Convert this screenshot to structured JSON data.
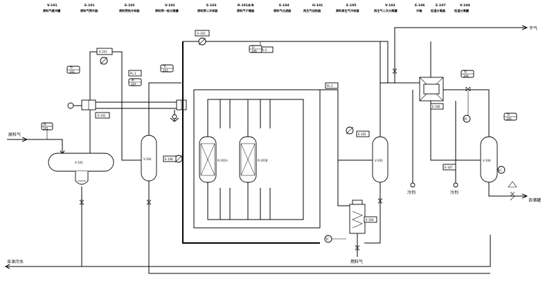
{
  "header": {
    "equipment": [
      {
        "tag": "V-101",
        "name": "原料气缓冲罐"
      },
      {
        "tag": "E-101",
        "name": "原料气预冷器"
      },
      {
        "tag": "E-102",
        "name": "原料预热冷却器"
      },
      {
        "tag": "V-102",
        "name": "原料预一级分离罐"
      },
      {
        "tag": "E-103",
        "name": "原料预二冷却器"
      },
      {
        "tag": "R-101A/B",
        "name": "原料气干燥器"
      },
      {
        "tag": "E-104",
        "name": "原料气过滤器"
      },
      {
        "tag": "H-101",
        "name": "再生气加热器"
      },
      {
        "tag": "E-105",
        "name": "原料再生气冷却器"
      },
      {
        "tag": "V-103",
        "name": "再生气二次分离罐"
      },
      {
        "tag": "E-106",
        "name": "冷箱"
      },
      {
        "tag": "E-107",
        "name": "低温分离器"
      },
      {
        "tag": "V-104",
        "name": "低温分离罐"
      }
    ]
  },
  "streams": {
    "feed_gas": "原料气",
    "dry_gas": "干气",
    "to_tank": "去储罐",
    "water_out": "含油污水",
    "fuel_gas": "燃料气",
    "cold_a": "冷剂",
    "cold_b": "冷剂"
  },
  "tags": {
    "v101": "V-101",
    "v102": "V-102",
    "v103": "V-103",
    "v104": "V-104",
    "e101": "E-101",
    "e102": "E-102",
    "e103": "E-103",
    "e104": "E-104",
    "e105": "E-105",
    "e106": "E-106",
    "e107": "E-107",
    "e108": "E-108",
    "r101a": "R-101A",
    "r101b": "R-101B",
    "h101": "H-101",
    "pc": "PC",
    "tc": "TC",
    "lc": "LC"
  },
  "instruments": [
    {
      "top": "PI",
      "bottom": "101"
    },
    {
      "top": "TI",
      "bottom": "102"
    },
    {
      "top": "TI",
      "bottom": "103"
    },
    {
      "top": "TI",
      "bottom": "104"
    },
    {
      "top": "TI",
      "bottom": "105"
    },
    {
      "top": "LI",
      "bottom": "106"
    },
    {
      "top": "PI",
      "bottom": "107"
    }
  ],
  "pipe_labels": [
    "PL-1",
    "PL-2",
    "PL-3"
  ]
}
